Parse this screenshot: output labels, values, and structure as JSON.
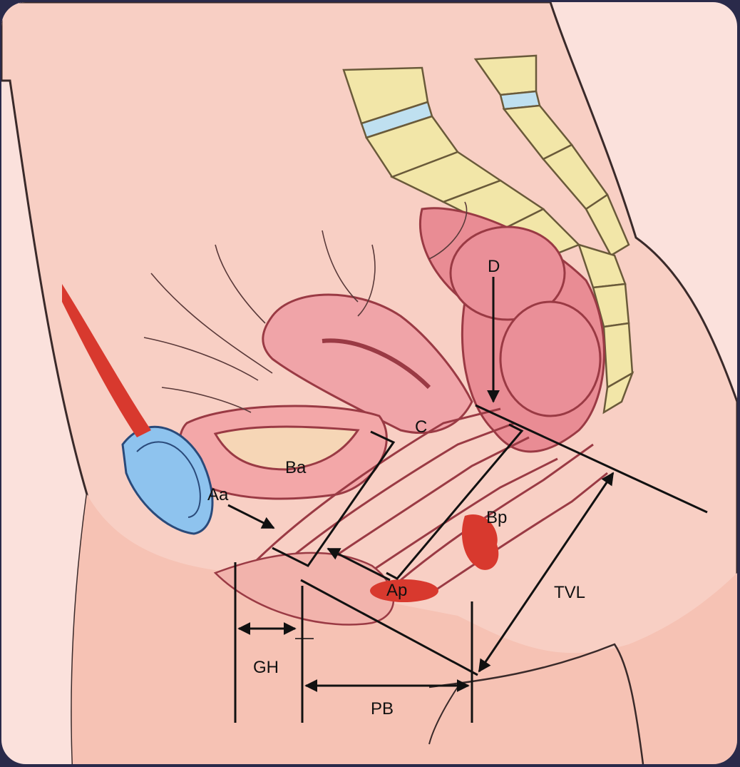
{
  "labels": {
    "D": "D",
    "C": "C",
    "Ba": "Ba",
    "Aa": "Aa",
    "Bp": "Bp",
    "Ap": "Ap",
    "TVL": "TVL",
    "GH": "GH",
    "PB": "PB"
  },
  "colors": {
    "background_frame": "#2a2a4a",
    "skin": "#fbe1dc",
    "body_shade": "#f6c2b4",
    "organ": "#ef9a9a",
    "organ_dark": "#d2515a",
    "bone": "#f2e6a8",
    "disc": "#bfe0f0",
    "bladder_blue": "#8ec3ee",
    "muscle_red": "#d8392e",
    "line": "#111111"
  }
}
